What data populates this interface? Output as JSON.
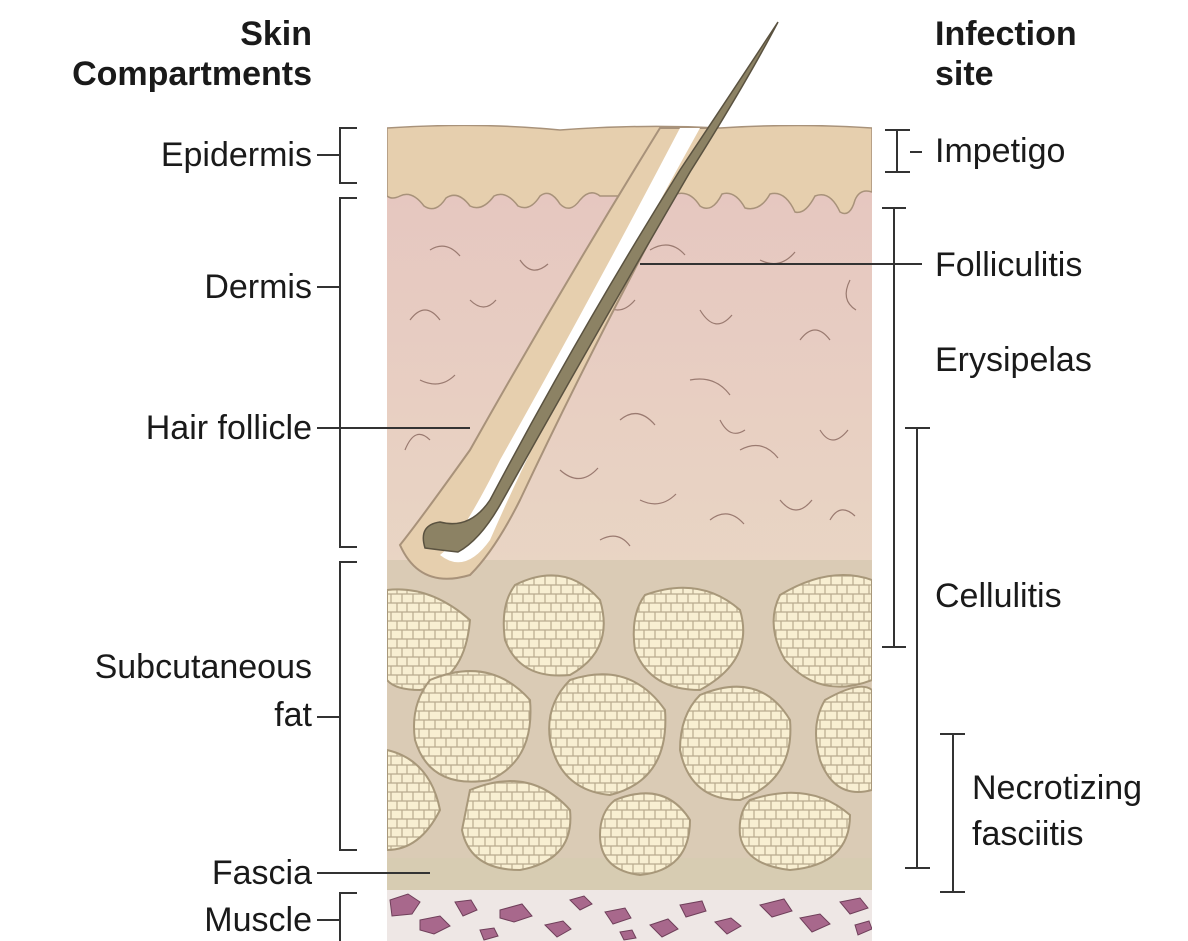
{
  "headers": {
    "left_line1": "Skin",
    "left_line2": "Compartments",
    "right_line1": "Infection",
    "right_line2": "site"
  },
  "compartments": {
    "epidermis": "Epidermis",
    "dermis": "Dermis",
    "hair_follicle": "Hair follicle",
    "subcutaneous_line1": "Subcutaneous",
    "subcutaneous_line2": "fat",
    "fascia": "Fascia",
    "muscle": "Muscle"
  },
  "infections": {
    "impetigo": "Impetigo",
    "folliculitis": "Folliculitis",
    "erysipelas": "Erysipelas",
    "cellulitis": "Cellulitis",
    "necrotizing_line1": "Necrotizing",
    "necrotizing_line2": "fasciitis"
  },
  "colors": {
    "epidermis": "#e6cfae",
    "dermis_top": "#e4c7c0",
    "dermis_bottom": "#e8d3c2",
    "fat_matrix": "#d9cbb6",
    "fat_lobule": "#f8efd2",
    "muscle": "#a8688c",
    "hair": "#8c8264",
    "line": "#333333"
  }
}
